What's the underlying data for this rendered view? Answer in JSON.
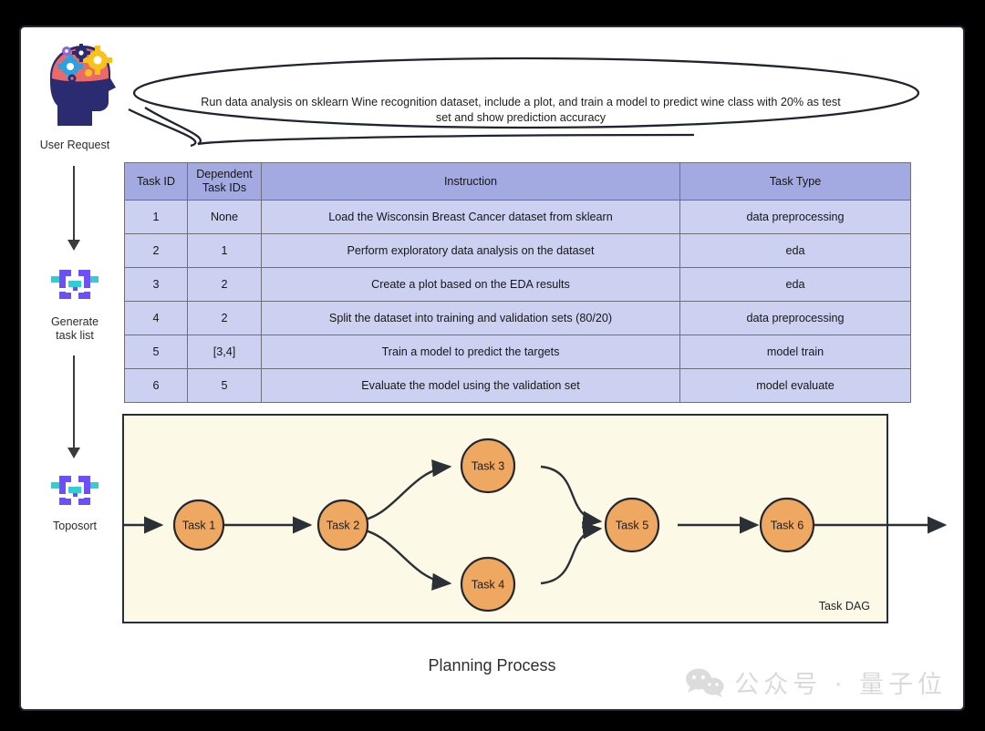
{
  "page": {
    "background": "#000000",
    "card_background": "#ffffff",
    "footer_title": "Planning Process"
  },
  "rail": {
    "steps": [
      {
        "icon": "brain-gears-icon",
        "label": "User Request"
      },
      {
        "icon": "ai-brackets-icon",
        "label": "Generate\ntask list",
        "label_line1": "Generate",
        "label_line2": "task list"
      },
      {
        "icon": "ai-brackets-icon",
        "label": "Toposort"
      }
    ]
  },
  "request_bubble": {
    "icon": "speech-bubble-icon",
    "text": "Run data analysis on sklearn Wine recognition dataset, include a plot, and train a model to predict wine class with 20% as test set and show prediction accuracy"
  },
  "table": {
    "header_color": "#a3aae2",
    "row_color": "#ccd1f2",
    "columns": [
      "Task ID",
      "Dependent Task IDs",
      "Instruction",
      "Task Type"
    ],
    "column_header_lines": [
      [
        "Task ID"
      ],
      [
        "Dependent",
        "Task IDs"
      ],
      [
        "Instruction"
      ],
      [
        "Task Type"
      ]
    ],
    "rows": [
      {
        "task_id": "1",
        "dependent_task_ids": "None",
        "instruction": "Load the Wisconsin Breast Cancer dataset from sklearn",
        "task_type": "data preprocessing"
      },
      {
        "task_id": "2",
        "dependent_task_ids": "1",
        "instruction": "Perform exploratory data analysis on the dataset",
        "task_type": "eda"
      },
      {
        "task_id": "3",
        "dependent_task_ids": "2",
        "instruction": "Create a plot based on the EDA results",
        "task_type": "eda"
      },
      {
        "task_id": "4",
        "dependent_task_ids": "2",
        "instruction": "Split the dataset into training and validation sets (80/20)",
        "task_type": "data preprocessing"
      },
      {
        "task_id": "5",
        "dependent_task_ids": "[3,4]",
        "instruction": "Train a model to predict the targets",
        "task_type": "model train"
      },
      {
        "task_id": "6",
        "dependent_task_ids": "5",
        "instruction": "Evaluate the model using the validation set",
        "task_type": "model evaluate"
      }
    ]
  },
  "dag": {
    "caption": "Task DAG",
    "node_color": "#efa862",
    "panel_color": "#fdf9e7",
    "nodes": [
      {
        "id": "1",
        "label": "Task 1"
      },
      {
        "id": "2",
        "label": "Task 2"
      },
      {
        "id": "3",
        "label": "Task 3"
      },
      {
        "id": "4",
        "label": "Task 4"
      },
      {
        "id": "5",
        "label": "Task 5"
      },
      {
        "id": "6",
        "label": "Task 6"
      }
    ],
    "edges": [
      {
        "from": "start",
        "to": "1"
      },
      {
        "from": "1",
        "to": "2"
      },
      {
        "from": "2",
        "to": "3"
      },
      {
        "from": "2",
        "to": "4"
      },
      {
        "from": "3",
        "to": "5"
      },
      {
        "from": "4",
        "to": "5"
      },
      {
        "from": "5",
        "to": "6"
      },
      {
        "from": "6",
        "to": "end"
      }
    ]
  },
  "watermark": {
    "icon": "wechat-icon",
    "text": "公众号 · 量子位"
  }
}
